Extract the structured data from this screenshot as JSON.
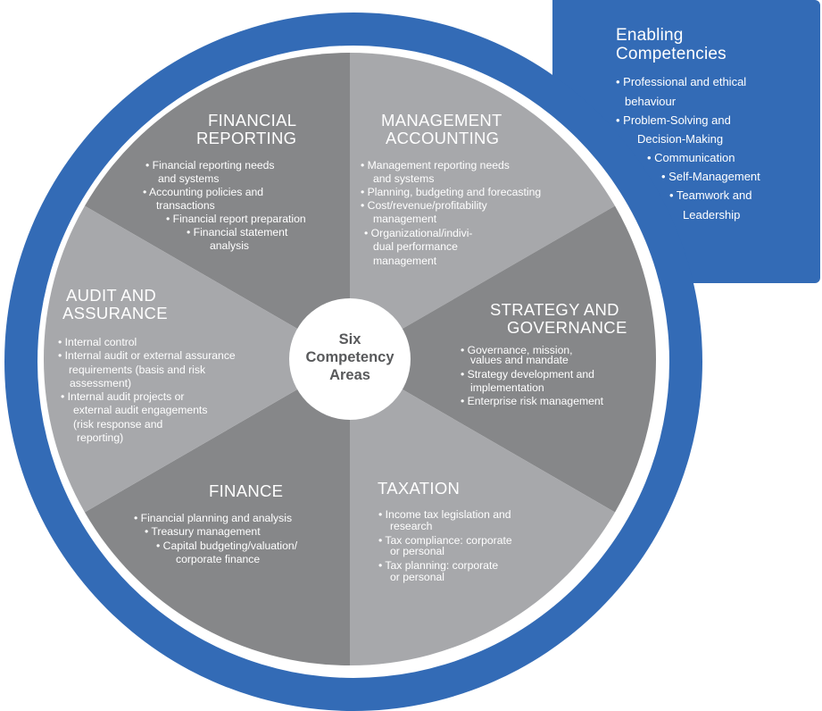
{
  "colors": {
    "blue": "#336bb6",
    "dark_gray": "#868789",
    "light_gray": "#a7a8ab",
    "white": "#ffffff",
    "center_text": "#58595b"
  },
  "center": {
    "lines": [
      "Six",
      "Competency",
      "Areas"
    ]
  },
  "enabling": {
    "title_lines": [
      "Enabling",
      "Competencies"
    ],
    "items": [
      "• Professional and ethical",
      "behaviour",
      "• Problem-Solving and",
      "Decision-Making",
      "• Communication",
      "• Self-Management",
      "• Teamwork and",
      "Leadership"
    ]
  },
  "segments": [
    {
      "id": "financial-reporting",
      "shade": "dark",
      "title_lines": [
        "FINANCIAL",
        "REPORTING"
      ],
      "items": [
        "•  Financial reporting needs",
        "and systems",
        "•  Accounting policies and",
        "transactions",
        "•  Financial report preparation",
        "•  Financial statement",
        "analysis"
      ]
    },
    {
      "id": "management-accounting",
      "shade": "light",
      "title_lines": [
        "MANAGEMENT",
        "ACCOUNTING"
      ],
      "items": [
        "•  Management reporting needs",
        "and systems",
        "•  Planning, budgeting and forecasting",
        "•  Cost/revenue/profitability",
        "management",
        "• Organizational/indivi-",
        "dual performance",
        "management"
      ]
    },
    {
      "id": "strategy-governance",
      "shade": "dark",
      "title_lines": [
        "STRATEGY AND",
        "GOVERNANCE"
      ],
      "items": [
        "•  Governance, mission,",
        "values and mandate",
        "•  Strategy development and",
        "implementation",
        "• Enterprise risk management"
      ]
    },
    {
      "id": "taxation",
      "shade": "light",
      "title_lines": [
        "TAXATION"
      ],
      "items": [
        "•  Income tax legislation and",
        "research",
        "•  Tax compliance: corporate",
        "or personal",
        "•  Tax planning: corporate",
        "or personal"
      ]
    },
    {
      "id": "finance",
      "shade": "dark",
      "title_lines": [
        "FINANCE"
      ],
      "items": [
        "•  Financial planning and analysis",
        "•  Treasury management",
        "•  Capital budgeting/valuation/",
        "corporate finance"
      ]
    },
    {
      "id": "audit-assurance",
      "shade": "light",
      "title_lines": [
        "AUDIT AND",
        "ASSURANCE"
      ],
      "items": [
        "•  Internal control",
        "•  Internal audit or external assurance",
        "requirements (basis and risk",
        "assessment)",
        "•  Internal audit projects or",
        "external audit engagements",
        "(risk response and",
        "reporting)"
      ]
    }
  ]
}
